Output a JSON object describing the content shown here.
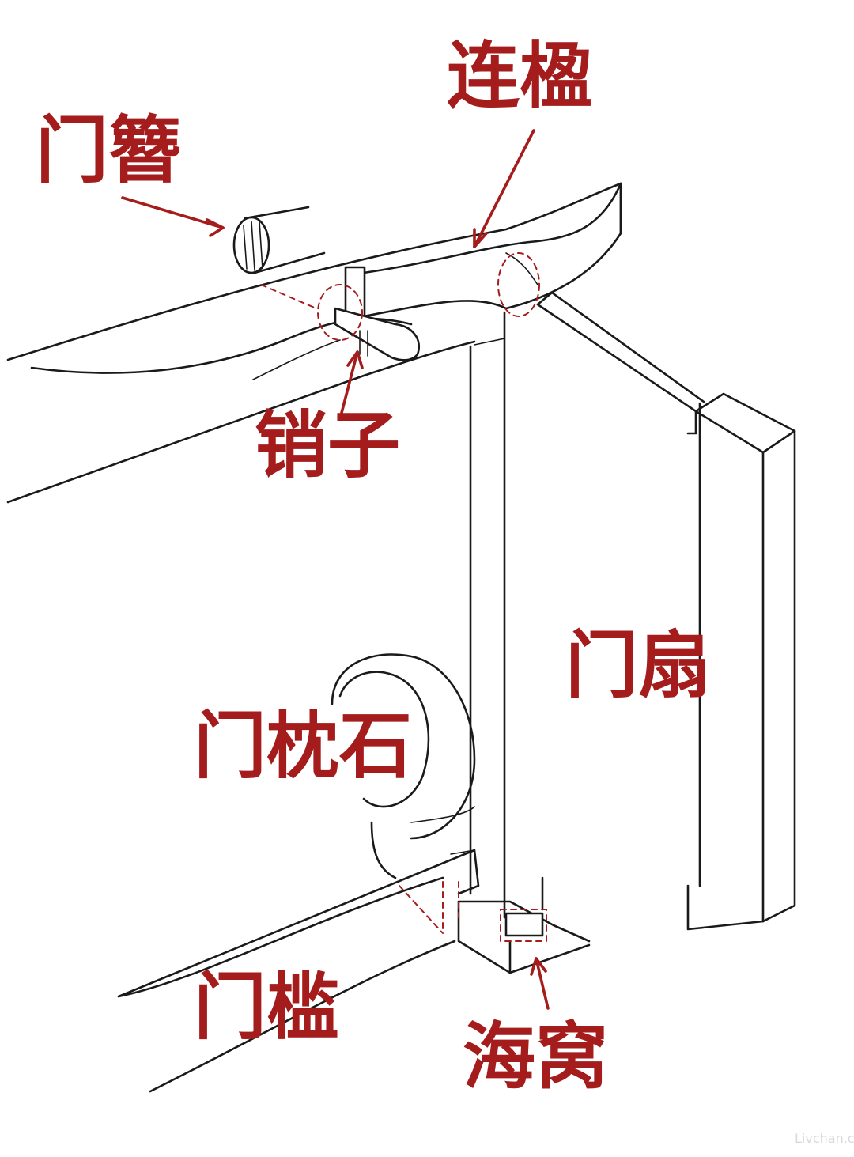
{
  "colors": {
    "ink": "#1a1a1a",
    "accent": "#a51c1c",
    "background": "#ffffff",
    "watermark": "#d9d9d9"
  },
  "labels": {
    "men_zan": "门簪",
    "lian_ying": "连楹",
    "xiao_zi": "销子",
    "men_shan": "门扇",
    "men_zhen_shi": "门枕石",
    "men_kan": "门槛",
    "hai_wo": "海窝"
  },
  "watermark": "Livchan.cn"
}
